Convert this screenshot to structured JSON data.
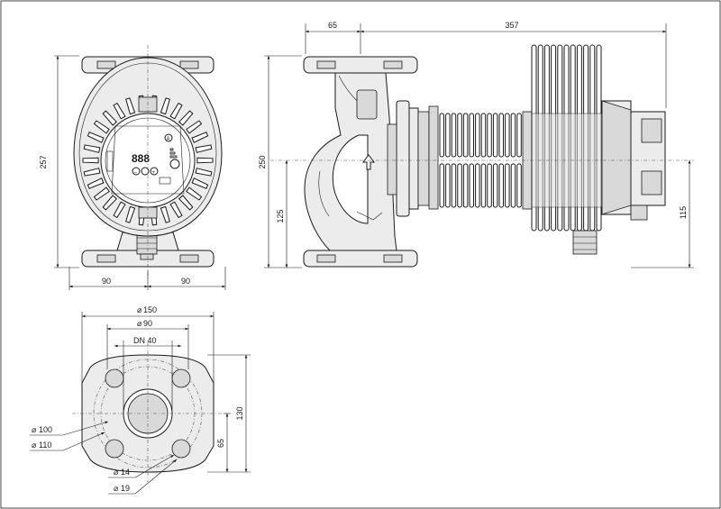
{
  "dimensions": {
    "front_height": "257",
    "front_half_left": "90",
    "front_half_right": "90",
    "side_inlet": "65",
    "side_length": "357",
    "side_height": "250",
    "side_axis": "125",
    "motor_axis": "115",
    "flange_outer": "150",
    "flange_inner": "90",
    "flange_nominal": "DN 40",
    "bolt_circle_a": "100",
    "bolt_circle_b": "110",
    "flange_height": "130",
    "flange_half": "65",
    "hole_a": "14",
    "hole_b": "19"
  },
  "symbols": {
    "diameter": "⌀",
    "display_digits": "888",
    "indicator": "A"
  }
}
